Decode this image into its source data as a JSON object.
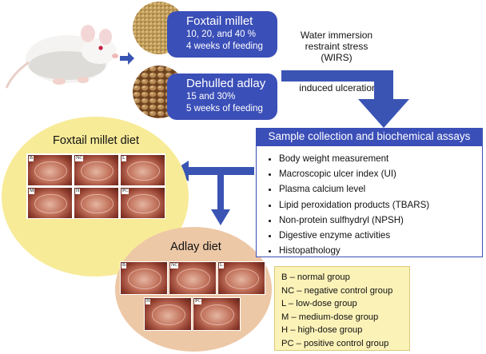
{
  "foxtail_box": {
    "title": "Foxtail millet",
    "line1": "10, 20, and 40 %",
    "line2": "4 weeks of feeding"
  },
  "adlay_box": {
    "title": "Dehulled adlay",
    "line1": "15 and 30%",
    "line2": "5 weeks of feeding"
  },
  "stress_text": {
    "line1": "Water immersion",
    "line2": "restraint stress",
    "line3": "(WIRS)"
  },
  "induced_text": "induced ulceration",
  "assays": {
    "header": "Sample collection and biochemical assays",
    "items": [
      "Body weight measurement",
      "Macroscopic ulcer index (UI)",
      "Plasma calcium level",
      "Lipid peroxidation products (TBARS)",
      "Non-protein sulfhydryl (NPSH)",
      "Digestive enzyme activities",
      "Histopathology"
    ]
  },
  "foxtail_diet": {
    "title": "Foxtail millet diet",
    "panels": [
      "B",
      "NC",
      "L",
      "M",
      "H",
      "PC"
    ]
  },
  "adlay_diet": {
    "title": "Adlay diet",
    "panels": [
      "B",
      "NC",
      "L",
      "H",
      "PC"
    ]
  },
  "legend": [
    "B – normal group",
    "NC – negative control group",
    "L – low-dose group",
    "M – medium-dose group",
    "H – high-dose group",
    "PC – positive control group"
  ],
  "colors": {
    "box_blue": "#3b4fb8",
    "arrow_blue": "#3a54b4",
    "foxtail_circle": "#f8eb98",
    "adlay_circle": "#edc8a6",
    "legend_bg": "#fbf2b8"
  },
  "icons": [
    "rat-photo-icon",
    "foxtail-millet-grains-icon",
    "adlay-grains-icon"
  ]
}
